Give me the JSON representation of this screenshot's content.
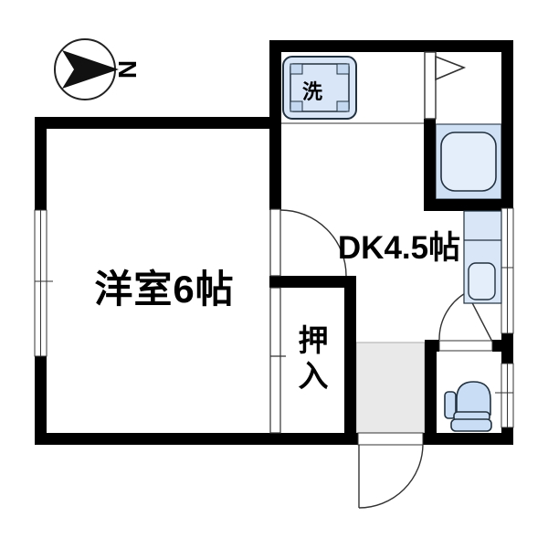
{
  "floor_plan": {
    "compass": {
      "north_label": "N"
    },
    "labels": {
      "western_room": "洋室6帖",
      "dining_kitchen": "DK4.5帖",
      "closet": "押入",
      "washing_machine": "洗"
    },
    "icons": {
      "compass": "circle-with-north-arrow",
      "washing_machine": "rounded-square-washer-top-view",
      "bathtub": "rounded-rect-tub-top-view",
      "kitchen_sink": "counter-with-sink-top-view",
      "toilet": "toilet-top-view",
      "folding_door": "pennant-triangle",
      "hinged_door": "quarter-arc-swing"
    },
    "colors": {
      "wall": "#000000",
      "outline_dark": "#22313f",
      "fixture_blue": "#d8e6f7",
      "fixture_blue_light": "#e4eefb",
      "fixture_blue_dark": "#c4d9f0",
      "bath_floor_blue": "#cfe0f4",
      "toilet_blue": "#c9def4",
      "genkan_gray": "#e9e9e9"
    }
  }
}
